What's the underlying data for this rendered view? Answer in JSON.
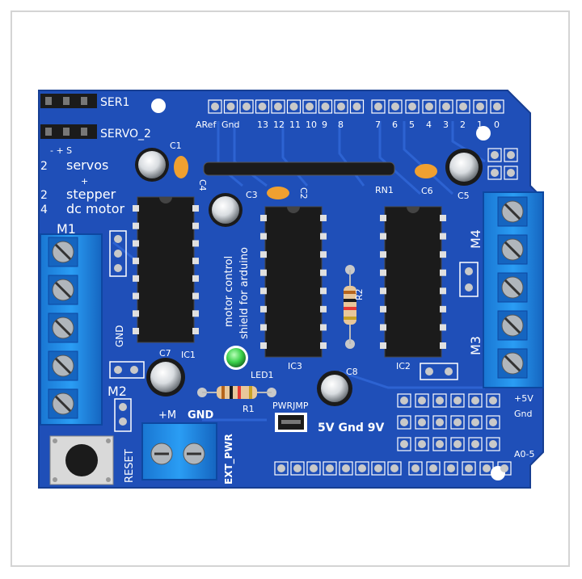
{
  "board": {
    "pcb_color": "#1f4fb8",
    "header_labels": {
      "ser1": "SER1",
      "servo2": "SERVO_2",
      "servo_pins": "- + S",
      "aref": "ARef",
      "gnd": "Gnd",
      "pins_left": [
        "13",
        "12",
        "11",
        "10",
        "9",
        "8"
      ],
      "pins_right": [
        "7",
        "6",
        "5",
        "4",
        "3",
        "2",
        "1",
        "0"
      ]
    },
    "feature_lines": [
      {
        "count": "2",
        "label": "servos"
      },
      {
        "count": "",
        "label": "+"
      },
      {
        "count": "2",
        "label": "stepper"
      },
      {
        "count": "4",
        "label": "dc motor"
      }
    ],
    "motor_labels": {
      "m1": "M1",
      "m2": "M2",
      "m3": "M3",
      "m4": "M4"
    },
    "chip_labels": {
      "ic1": "IC1",
      "ic2": "IC2",
      "ic3": "IC3"
    },
    "component_labels": {
      "c1": "C1",
      "c2": "C2",
      "c3": "C3",
      "c4": "C4",
      "c5": "C5",
      "c6": "C6",
      "c7": "C7",
      "c8": "C8",
      "rn1": "RN1",
      "r1": "R1",
      "r2": "R2",
      "led1": "LED1"
    },
    "silkscreen_text": {
      "line1": "motor control",
      "line2": "shield for arduino",
      "gnd_left": "GND",
      "reset": "RESET",
      "plus_m": "+M",
      "gnd_terminal": "GND",
      "ext_pwr": "EXT_PWR",
      "pwrjmp": "PWRJMP",
      "power_row": "5V Gnd 9V",
      "plus5v": "+5V",
      "gnd_right": "Gnd",
      "a0_5": "A0-5"
    },
    "colors": {
      "terminal_blue": "#1e88e5",
      "chip_black": "#1b1b1b",
      "capacitor_orange": "#f0a030",
      "led_green": "#3bd14a"
    }
  }
}
